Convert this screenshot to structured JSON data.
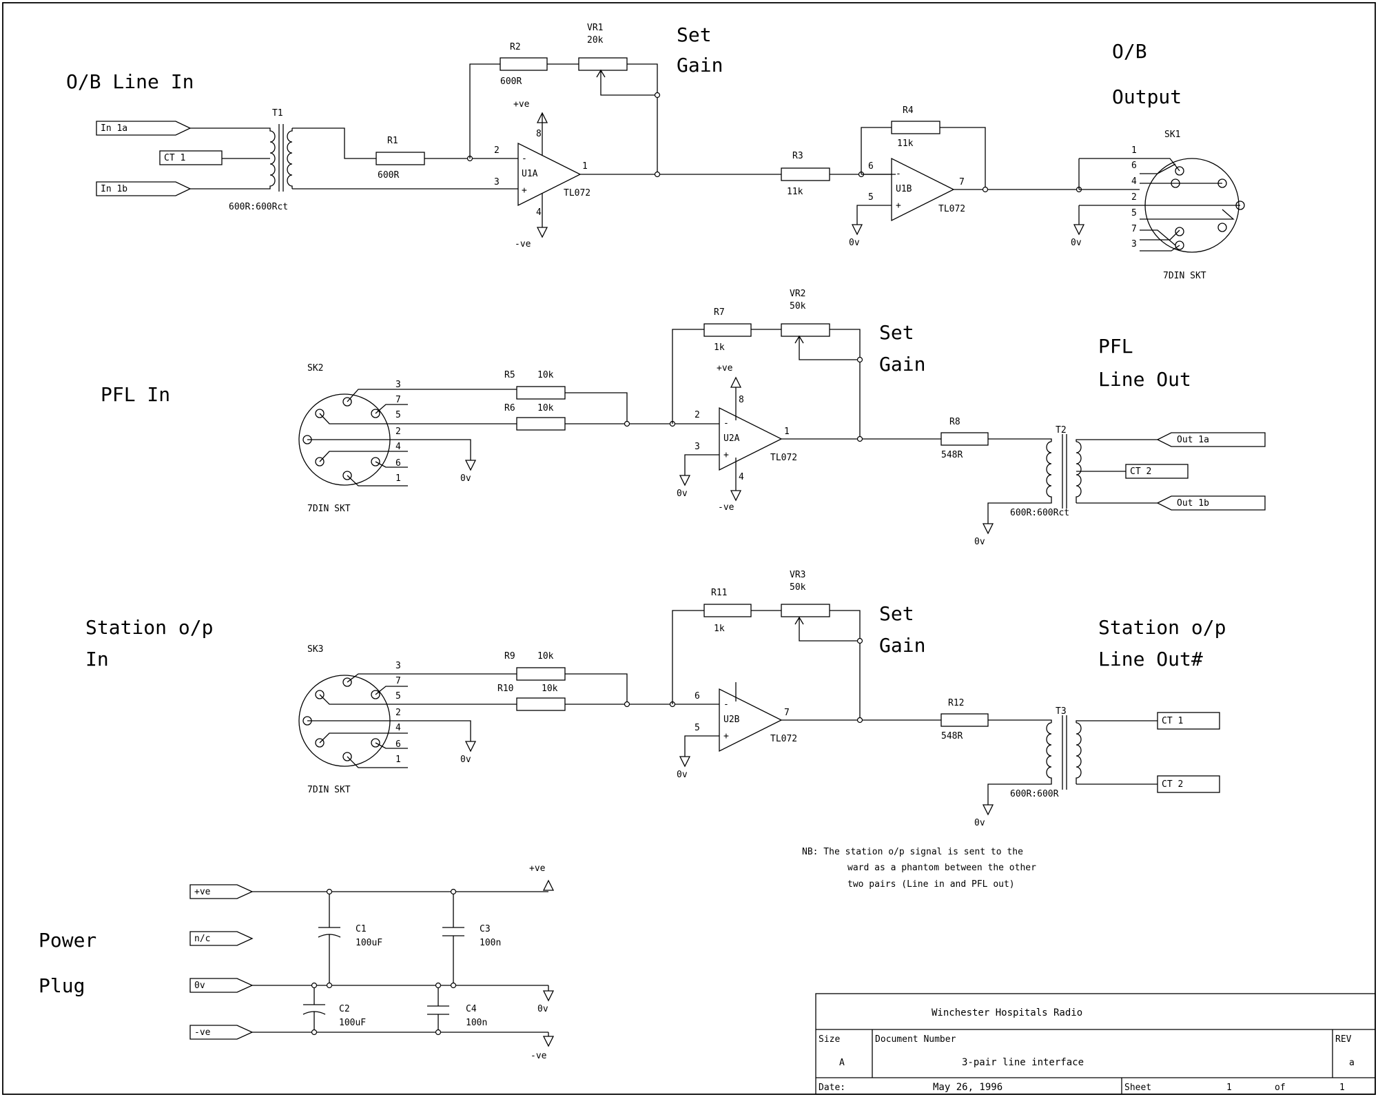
{
  "section_titles": {
    "ob_line_in": "O/B Line In",
    "ob_output_1": "O/B",
    "ob_output_2": "Output",
    "set_gain_1a": "Set",
    "set_gain_1b": "Gain",
    "pfl_in": "PFL In",
    "set_gain_2a": "Set",
    "set_gain_2b": "Gain",
    "pfl_line_out_1": "PFL",
    "pfl_line_out_2": "Line Out",
    "station_in_1": "Station o/p",
    "station_in_2": "In",
    "set_gain_3a": "Set",
    "set_gain_3b": "Gain",
    "station_out_1": "Station o/p",
    "station_out_2": "Line Out#",
    "power_1": "Power",
    "power_2": "Plug"
  },
  "ports": {
    "in_1a": "In 1a",
    "ct1_in": "CT 1",
    "in_1b": "In 1b",
    "out_1a": "Out 1a",
    "ct2_out": "CT 2",
    "out_1b": "Out 1b",
    "st_ct1": "CT 1",
    "st_ct2": "CT 2",
    "pwr_pos": "+ve",
    "pwr_nc": "n/c",
    "pwr_0v": "0v",
    "pwr_neg": "-ve"
  },
  "parts": {
    "T1": "T1",
    "T1_val": "600R:600Rct",
    "R1": "R1",
    "R1_val": "600R",
    "R2": "R2",
    "R2_val": "600R",
    "VR1": "VR1",
    "VR1_val": "20k",
    "U1A": "U1A",
    "U1A_type": "TL072",
    "R3": "R3",
    "R3_val": "11k",
    "R4": "R4",
    "R4_val": "11k",
    "U1B": "U1B",
    "U1B_type": "TL072",
    "SK1": "SK1",
    "SK1_type": "7DIN SKT",
    "SK2": "SK2",
    "SK2_type": "7DIN SKT",
    "R5": "R5",
    "R5_val": "10k",
    "R6": "R6",
    "R6_val": "10k",
    "R7": "R7",
    "R7_val": "1k",
    "VR2": "VR2",
    "VR2_val": "50k",
    "U2A": "U2A",
    "U2A_type": "TL072",
    "R8": "R8",
    "R8_val": "548R",
    "T2": "T2",
    "T2_val": "600R:600Rct",
    "SK3": "SK3",
    "SK3_type": "7DIN SKT",
    "R9": "R9",
    "R9_val": "10k",
    "R10": "R10",
    "R10_val": "10k",
    "R11": "R11",
    "R11_val": "1k",
    "VR3": "VR3",
    "VR3_val": "50k",
    "U2B": "U2B",
    "U2B_type": "TL072",
    "R12": "R12",
    "R12_val": "548R",
    "T3": "T3",
    "T3_val": "600R:600R",
    "C1": "C1",
    "C1_val": "100uF",
    "C2": "C2",
    "C2_val": "100uF",
    "C3": "C3",
    "C3_val": "100n",
    "C4": "C4",
    "C4_val": "100n"
  },
  "pins": {
    "p1": "1",
    "p2": "2",
    "p3": "3",
    "p4": "4",
    "p5": "5",
    "p6": "6",
    "p7": "7",
    "p8": "8",
    "minus": "-",
    "plus": "+"
  },
  "nets": {
    "pve": "+ve",
    "nve": "-ve",
    "gnd": "0v"
  },
  "note": {
    "line1": "NB: The station o/p signal is sent to the",
    "line2": "ward as a phantom between the other",
    "line3": "two pairs (Line in and PFL out)"
  },
  "title_block": {
    "organization": "Winchester Hospitals Radio",
    "size_label": "Size",
    "size_value": "A",
    "docnum_label": "Document Number",
    "docnum_value": "3-pair line interface",
    "rev_label": "REV",
    "rev_value": "a",
    "date_label": "Date:",
    "date_value": "May 26, 1996",
    "sheet_label": "Sheet",
    "sheet_value": "1",
    "of_label": "of",
    "of_value": "1"
  }
}
